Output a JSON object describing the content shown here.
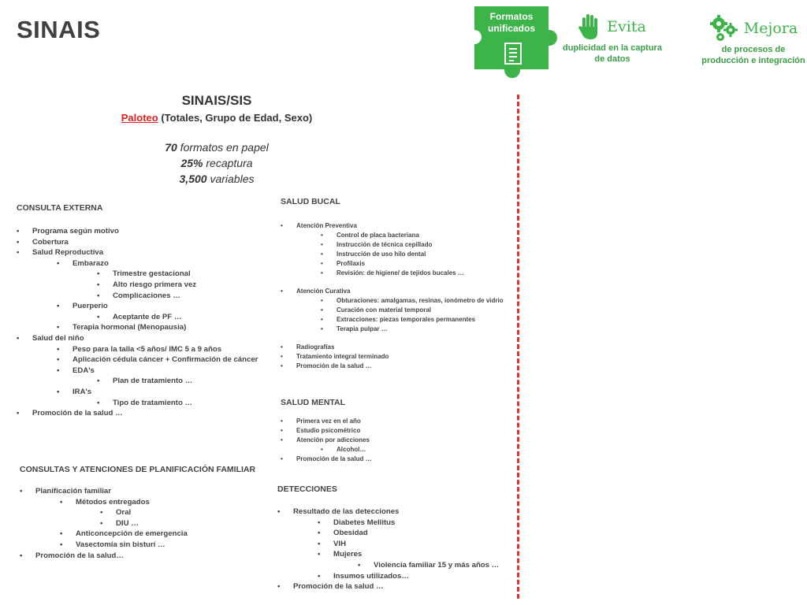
{
  "slide_title": "SINAIS",
  "badges": {
    "formatos": "Formatos unificados",
    "evita_title": "Evita",
    "evita_sub": "duplicidad en la captura de datos",
    "mejora_title": "Mejora",
    "mejora_sub": "de procesos de producción e integración"
  },
  "heading": {
    "title": "SINAIS/SIS",
    "sub_red": "Paloteo",
    "sub_rest": " (Totales, Grupo de Edad, Sexo)",
    "stat1_num": "70",
    "stat1_text": " formatos en papel",
    "stat2_num": "25%",
    "stat2_text": " recaptura",
    "stat3_num": "3,500",
    "stat3_text": " variables"
  },
  "consulta_externa": {
    "title": "CONSULTA EXTERNA",
    "items": [
      {
        "level": 1,
        "text": "Programa según motivo"
      },
      {
        "level": 1,
        "text": "Cobertura"
      },
      {
        "level": 1,
        "text": "Salud Reproductiva"
      },
      {
        "level": 2,
        "text": "Embarazo"
      },
      {
        "level": 3,
        "text": "Trimestre gestacional"
      },
      {
        "level": 3,
        "text": "Alto riesgo primera vez"
      },
      {
        "level": 3,
        "text": "Complicaciones …"
      },
      {
        "level": 2,
        "text": "Puerperio"
      },
      {
        "level": 3,
        "text": "Aceptante de PF …"
      },
      {
        "level": 2,
        "text": "Terapia hormonal (Menopausia)"
      },
      {
        "level": 1,
        "text": "Salud del niño"
      },
      {
        "level": 2,
        "text": "Peso para la talla <5 años/ IMC 5 a 9 años"
      },
      {
        "level": 2,
        "text": "Aplicación cédula cáncer + Confirmación de cáncer"
      },
      {
        "level": 2,
        "text": "EDA's"
      },
      {
        "level": 3,
        "text": "Plan de tratamiento …"
      },
      {
        "level": 2,
        "text": "IRA's"
      },
      {
        "level": 3,
        "text": "Tipo de tratamiento …"
      },
      {
        "level": 1,
        "text": "Promoción de la salud …"
      }
    ]
  },
  "planificacion": {
    "title": "CONSULTAS Y ATENCIONES DE PLANIFICACIÓN FAMILIAR",
    "items": [
      {
        "level": 1,
        "text": "Planificación familiar"
      },
      {
        "level": 2,
        "text": "Métodos entregados"
      },
      {
        "level": 3,
        "text": "Oral"
      },
      {
        "level": 3,
        "text": "DIU …"
      },
      {
        "level": 2,
        "text": "Anticoncepción de emergencia"
      },
      {
        "level": 2,
        "text": "Vasectomía sin bisturí …"
      },
      {
        "level": 1,
        "text": "Promoción de la salud…"
      }
    ]
  },
  "salud_bucal": {
    "title": "SALUD BUCAL",
    "items": [
      {
        "level": 1,
        "text": "Atención Preventiva"
      },
      {
        "level": 2,
        "text": "Control de placa bacteriana"
      },
      {
        "level": 2,
        "text": "Instrucción de técnica cepillado"
      },
      {
        "level": 2,
        "text": "Instrucción de uso hilo dental"
      },
      {
        "level": 2,
        "text": "Profilaxis"
      },
      {
        "level": 2,
        "text": "Revisión: de higiene/ de tejidos bucales …"
      },
      {
        "level": 0,
        "text": ""
      },
      {
        "level": 1,
        "text": "Atención Curativa"
      },
      {
        "level": 2,
        "text": "Obturaciones: amalgamas, resinas, ionómetro de vidrio"
      },
      {
        "level": 2,
        "text": "Curación con material temporal"
      },
      {
        "level": 2,
        "text": "Extracciones: piezas temporales permanentes"
      },
      {
        "level": 2,
        "text": "Terapia pulpar …"
      },
      {
        "level": 0,
        "text": ""
      },
      {
        "level": 1,
        "text": "Radiografías"
      },
      {
        "level": 1,
        "text": "Tratamiento integral terminado"
      },
      {
        "level": 1,
        "text": "Promoción de la salud …"
      }
    ]
  },
  "salud_mental": {
    "title": "SALUD MENTAL",
    "items": [
      {
        "level": 1,
        "text": "Primera vez en el año"
      },
      {
        "level": 1,
        "text": "Estudio psicométrico"
      },
      {
        "level": 1,
        "text": "Atención por adicciones"
      },
      {
        "level": 2,
        "text": "Alcohol…"
      },
      {
        "level": 1,
        "text": "Promoción de la salud …"
      }
    ]
  },
  "detecciones": {
    "title": "DETECCIONES",
    "items": [
      {
        "level": 1,
        "text": "Resultado de las detecciones"
      },
      {
        "level": 2,
        "text": "Diabetes Mellitus"
      },
      {
        "level": 2,
        "text": "Obesidad"
      },
      {
        "level": 2,
        "text": "VIH"
      },
      {
        "level": 2,
        "text": "Mujeres"
      },
      {
        "level": 3,
        "text": "Violencia familiar 15 y más años …"
      },
      {
        "level": 2,
        "text": "Insumos utilizados…"
      },
      {
        "level": 1,
        "text": "Promoción de la salud …"
      }
    ]
  }
}
